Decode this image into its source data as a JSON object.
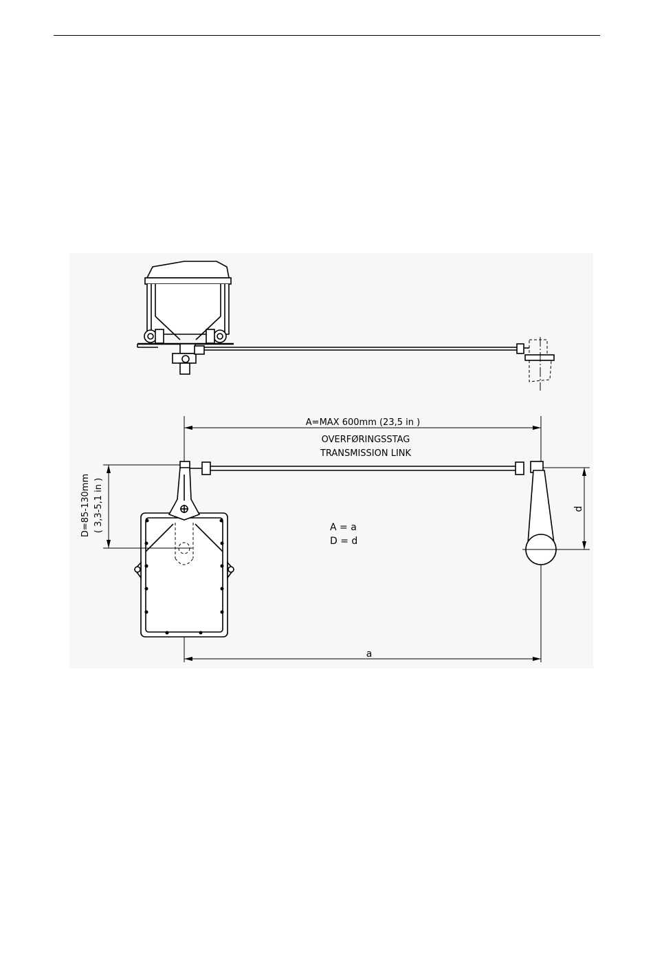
{
  "drawing": {
    "label_A": "A=MAX  600mm (23,5 in )",
    "label_link_no": "OVERFØRINGSSTAG",
    "label_link_en": "TRANSMISSION LINK",
    "label_D_mm": "D=85-130mm",
    "label_D_in": "( 3,3-5,1 in )",
    "label_d": "d",
    "label_a": "a",
    "relation_A": "A = a",
    "relation_D": "D = d"
  }
}
